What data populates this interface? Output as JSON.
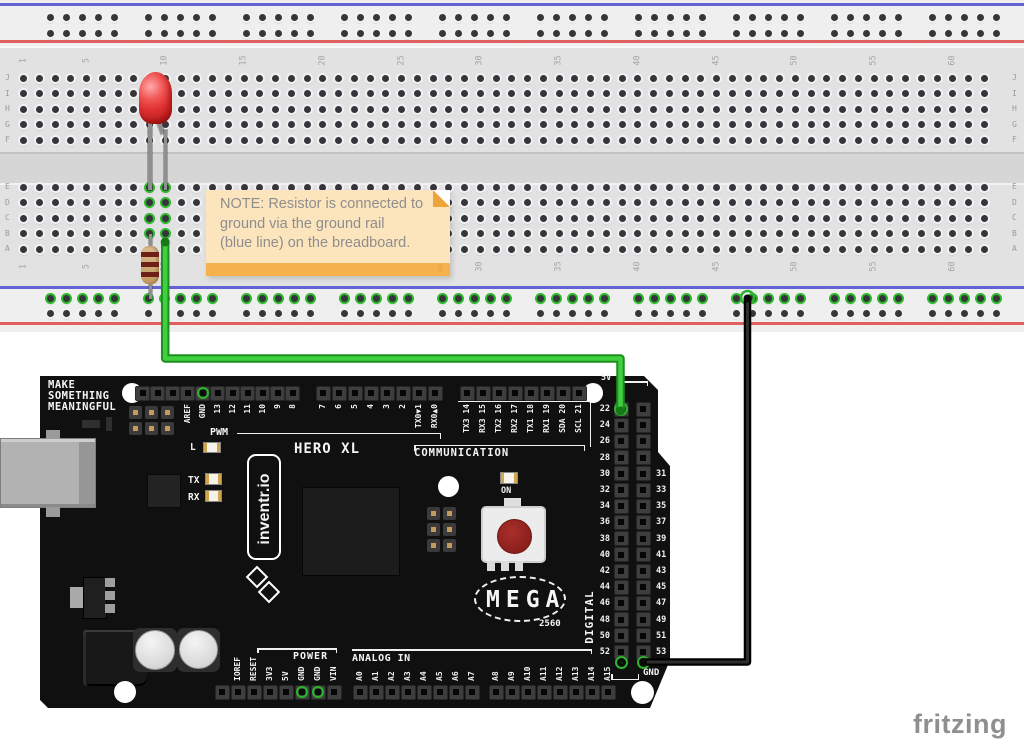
{
  "watermark": "fritzing",
  "note": {
    "line1": "NOTE: Resistor is connected to",
    "line2": "ground via the ground rail",
    "line3": "(blue line) on the breadboard.",
    "resize_dots": "⠿"
  },
  "breadboard": {
    "column_numbers": [
      1,
      5,
      10,
      15,
      20,
      25,
      30,
      35,
      40,
      45,
      50,
      55,
      60
    ],
    "row_letters_top": [
      "J",
      "I",
      "H",
      "G",
      "F"
    ],
    "row_letters_bottom": [
      "E",
      "D",
      "C",
      "B",
      "A"
    ],
    "columns": 62,
    "rail_groups": 10
  },
  "components": {
    "led": "red-led",
    "resistor": "resistor",
    "green_wire": "signal-wire-pin22",
    "black_wire": "ground-wire-gnd"
  },
  "board": {
    "brand_line1": "MAKE",
    "brand_line2": "SOMETHING",
    "brand_line3": "MEANINGFUL",
    "logo_text": "inventr.io",
    "model": "HERO XL",
    "mcu": "MEGA",
    "mcu_sub": "2560",
    "leds": {
      "l": "L",
      "tx": "TX",
      "rx": "RX",
      "on": "ON"
    },
    "sections": {
      "pwm": "PWM",
      "communication": "COMMUNICATION",
      "power": "POWER",
      "analog": "ANALOG IN",
      "digital": "DIGITAL",
      "v5": "5V",
      "gnd": "GND"
    },
    "top_labels_a": [
      "AREF",
      "GND",
      "13",
      "12",
      "11",
      "10",
      "9",
      "8"
    ],
    "top_labels_b": [
      "7",
      "6",
      "5",
      "4",
      "3",
      "2",
      "TX0▼1",
      "RX0▲0"
    ],
    "comm_labels": [
      "TX3 14",
      "RX3 15",
      "TX2 16",
      "RX2 17",
      "TX1 18",
      "RX1 19",
      "SDA 20",
      "SCL 21"
    ],
    "digital_even": [
      "22",
      "24",
      "26",
      "28",
      "30",
      "32",
      "34",
      "36",
      "38",
      "40",
      "42",
      "44",
      "46",
      "48",
      "50",
      "52"
    ],
    "digital_odd": [
      "31",
      "33",
      "35",
      "37",
      "39",
      "41",
      "43",
      "45",
      "47",
      "49",
      "51",
      "53"
    ],
    "power_labels": [
      "IOREF",
      "RESET",
      "3V3",
      "5V",
      "GND",
      "GND",
      "VIN"
    ],
    "analog_labels_1": [
      "A0",
      "A1",
      "A2",
      "A3",
      "A4",
      "A5",
      "A6",
      "A7"
    ],
    "analog_labels_2": [
      "A8",
      "A9",
      "A10",
      "A11",
      "A12",
      "A13",
      "A14",
      "A15"
    ]
  },
  "colors": {
    "rail_blue": "#6363d6",
    "rail_red": "#e06060",
    "connected_green": "#2eb82e",
    "wire_green": "#3fcf3f",
    "wire_black": "#1a1a1a",
    "note_bg": "#fce4bd",
    "note_bar": "#f4b14c",
    "led_red": "#df3030",
    "board_black": "#101010",
    "watermark_gray": "#8f8f8f"
  }
}
